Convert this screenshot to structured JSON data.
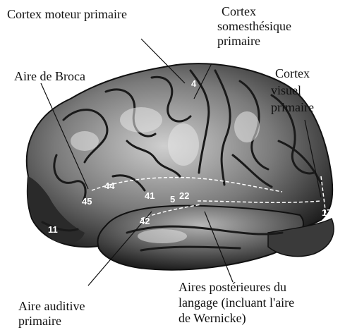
{
  "labels": {
    "motor": "Cortex moteur primaire",
    "somato": [
      "Cortex",
      "somesthésique",
      "primaire"
    ],
    "broca": "Aire de Broca",
    "visual": [
      "Cortex",
      "visuel",
      "primaire"
    ],
    "auditory": [
      "Aire auditive",
      "primaire"
    ],
    "posterior": [
      "Aires postérieures du",
      "langage (incluant l'aire",
      "de Wernicke)"
    ]
  },
  "area_numbers": [
    "4",
    "45",
    "44",
    "41",
    "5",
    "22",
    "42",
    "11",
    "17"
  ],
  "colors": {
    "text": "#111111",
    "brain_dark": "#1a1a1a",
    "brain_mid": "#6a6a6a",
    "brain_light": "#c8c8c8",
    "background": "#ffffff"
  }
}
